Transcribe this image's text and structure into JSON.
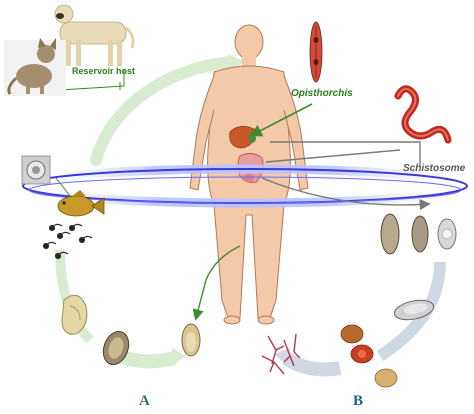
{
  "labels": {
    "reservoir_host": "Reservoir host",
    "opisthorchis": "Opisthorchis",
    "schistosome": "Schistosome",
    "cycle_a": "A",
    "cycle_b": "B"
  },
  "colors": {
    "skin": "#f3c9a8",
    "skin_outline": "#b07a5a",
    "cycle_a_arrow": "#cfe6c6",
    "cycle_b_arrow": "#c7d3de",
    "opisthorchis_line": "#3d8b2a",
    "schistosome_line": "#7a7a7a",
    "ring": "#3a3ad8",
    "ring_glow": "#b9c4ff",
    "schistosome_worm": "#c0281e",
    "liver": "#c9592b"
  },
  "icons": {
    "reservoir_host": [
      "dog-icon",
      "cat-icon"
    ],
    "intermediate_host_a": [
      "fish-icon",
      "snail-icon"
    ],
    "parasite_a": "opisthorchis-worm-icon",
    "parasite_b": "schistosome-worm-icon"
  }
}
